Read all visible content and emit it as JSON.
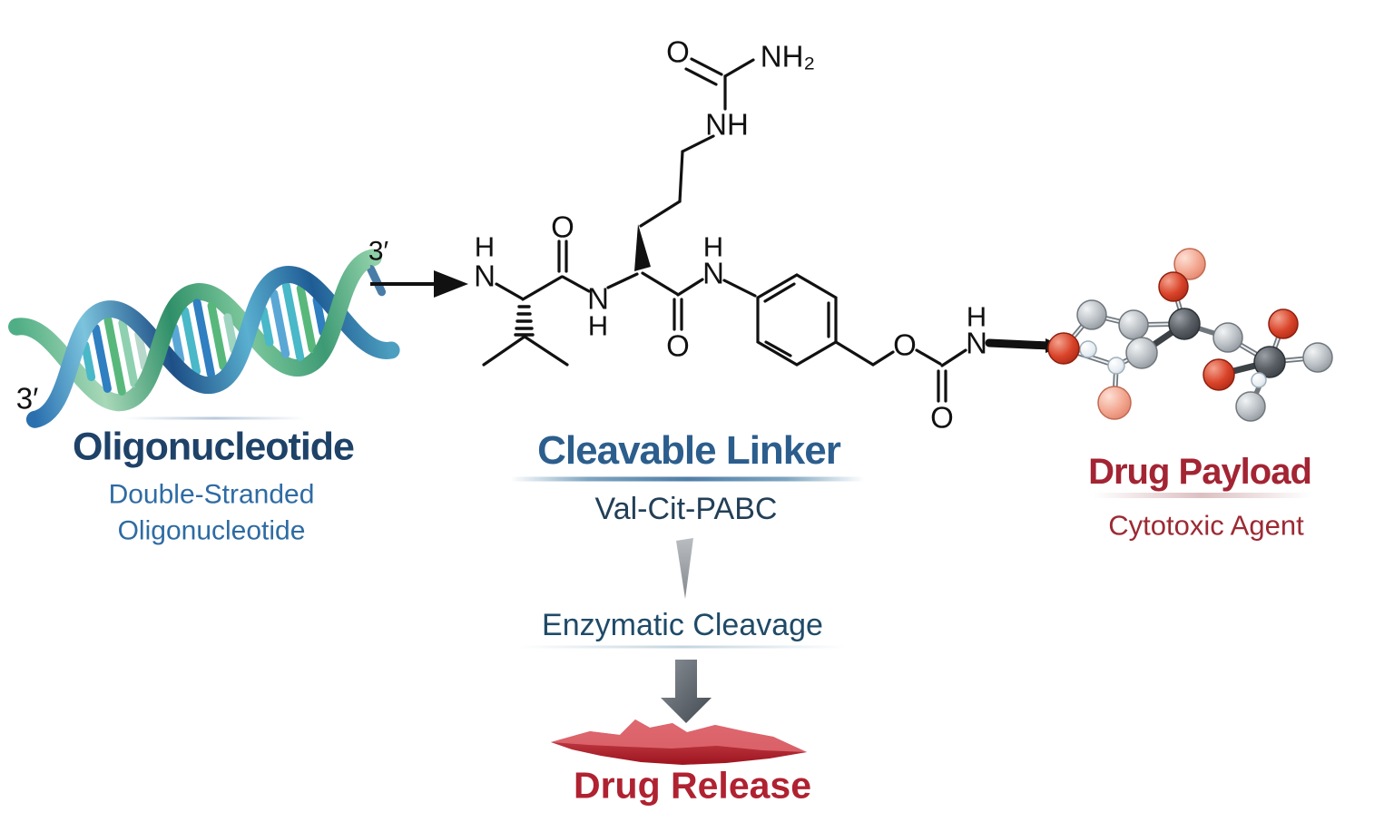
{
  "diagram": {
    "oligonucleotide": {
      "title": "Oligonucleotide",
      "subtitle_line1": "Double-Stranded",
      "subtitle_line2": "Oligonucleotide",
      "end_label_left": "3′",
      "end_label_right": "3′"
    },
    "linker": {
      "title": "Cleavable Linker",
      "subtitle": "Val-Cit-PABC"
    },
    "payload": {
      "title": "Drug Payload",
      "subtitle": "Cytotoxic Agent"
    },
    "process": {
      "step1": "Enzymatic Cleavage",
      "step2": "Drug Release"
    },
    "structure": {
      "atoms": {
        "urea_o": "O",
        "urea_nh2": "NH₂",
        "urea_nh": "NH",
        "val_nh_h": "H",
        "val_nh_n": "N",
        "val_c1_o": "O",
        "amide1_n": "N",
        "amide1_h": "H",
        "cit_co_o": "O",
        "anilide_h": "H",
        "anilide_n": "N",
        "benzyl_o": "O",
        "carbamate_o": "O",
        "carbamate_h": "H",
        "carbamate_n": "N"
      }
    },
    "colors": {
      "title_blue": "#1e4268",
      "subtitle_blue": "#2e6ba3",
      "linker_blue": "#2c5e8d",
      "linker_navy": "#223f57",
      "enzymatic_blue": "#1f4a68",
      "payload_red": "#a32433",
      "release_red": "#b02231",
      "helix_blue": "#2a6fae",
      "helix_green": "#4fae85",
      "sphere_gray": "#b9bfc4",
      "sphere_dark_gray": "#5a6066",
      "sphere_red": "#d9442a",
      "sphere_salmon": "#f2a38c",
      "bond_black": "#111111",
      "arrow_gray": "#5b626a",
      "burst_red": "#c5303a"
    }
  }
}
